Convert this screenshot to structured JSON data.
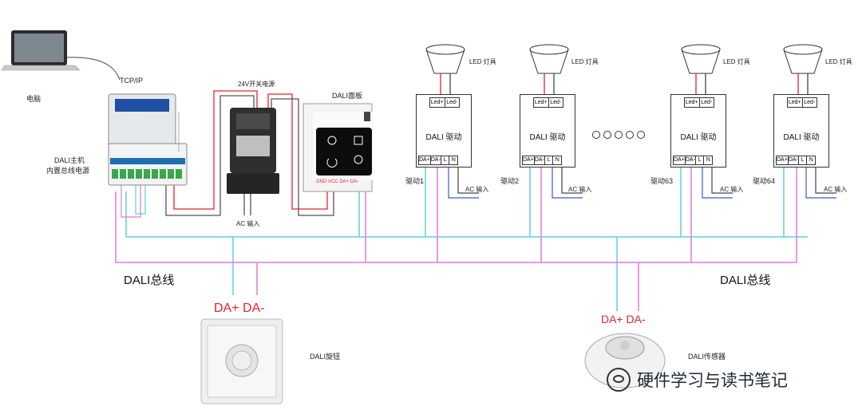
{
  "labels": {
    "computer": "电脑",
    "tcpip": "TCP/IP",
    "master_line1": "DALI主机",
    "master_line2": "内置总线电源",
    "psu": "24V开关电源",
    "ac_input": "AC 输入",
    "panel": "DALI面板",
    "panel_terminals": "GND VCC    DA+ DA-",
    "led": "LED 灯具",
    "led_plus": "Led+",
    "led_minus": "Led-",
    "driver_name": "DALI 驱动",
    "term_da_plus": "DA+",
    "term_da_minus": "DA-",
    "term_l": "L",
    "term_n": "N",
    "bus_left": "DALI总线",
    "bus_right": "DALI总线",
    "knob_terminals": "DA+ DA-",
    "knob": "DALI旋钮",
    "sensor_terminals": "DA+  DA-",
    "sensor": "DALI传感器",
    "watermark": "硬件学习与读书笔记"
  },
  "drivers": [
    {
      "id": "驱动1"
    },
    {
      "id": "驱动2"
    },
    {
      "id": "驱动63"
    },
    {
      "id": "驱动64"
    }
  ],
  "colors": {
    "dali_bus_cyan": "#5ecfe0",
    "dali_bus_magenta": "#e07ad8",
    "power_red": "#e8222a",
    "ac_blue": "#3a5bd0",
    "ac_dark": "#444444",
    "accent_red": "#e8222a"
  },
  "icons": [
    "laptop-icon",
    "dali-master-device",
    "psu-device",
    "dali-panel-device",
    "led-lamp-icon",
    "dali-knob-device",
    "dali-sensor-device",
    "wechat-icon"
  ]
}
